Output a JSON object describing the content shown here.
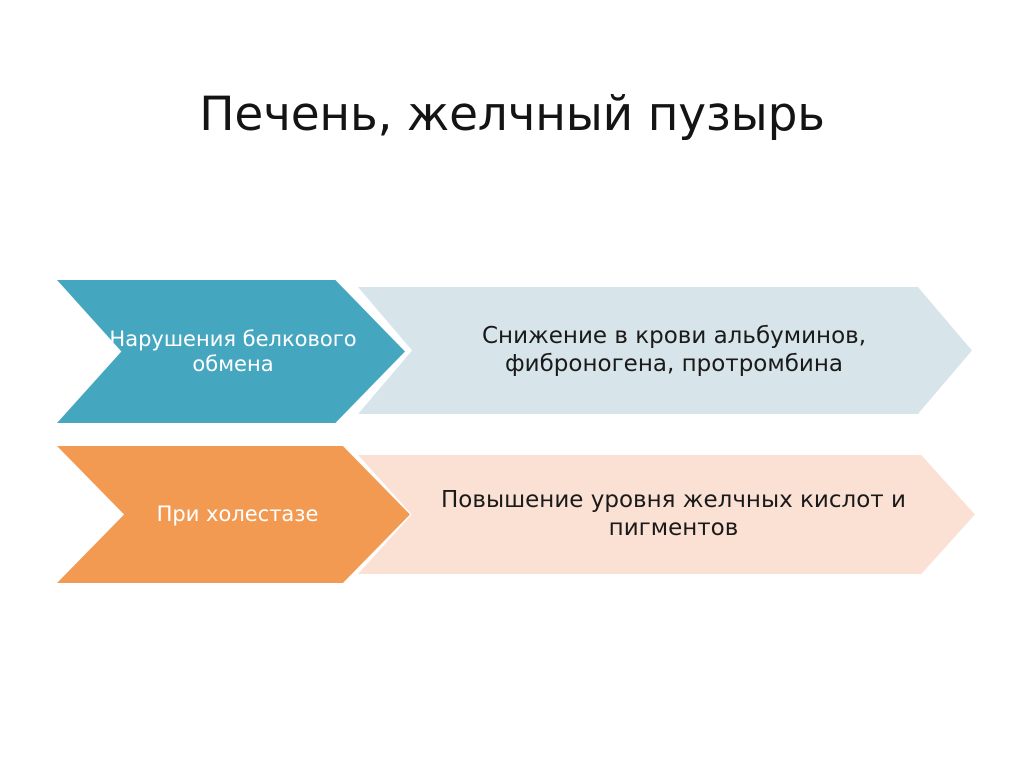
{
  "slide": {
    "title": "Печень, желчный пузырь",
    "background_color": "#ffffff"
  },
  "diagram": {
    "type": "chevron-process",
    "rows": [
      {
        "head": {
          "label": "Нарушения белкового обмена",
          "fill_color": "#45a6bf",
          "text_color": "#ffffff"
        },
        "body": {
          "label": "Снижение в крови альбуминов, фиброногена, протромбина",
          "fill_color": "#d7e4ea",
          "text_color": "#1a1a1a"
        }
      },
      {
        "head": {
          "label": "При холестазе",
          "fill_color": "#f29a52",
          "text_color": "#ffffff"
        },
        "body": {
          "label": "Повышение уровня желчных кислот и пигментов",
          "fill_color": "#fbe0d4",
          "text_color": "#1a1a1a"
        }
      }
    ]
  }
}
